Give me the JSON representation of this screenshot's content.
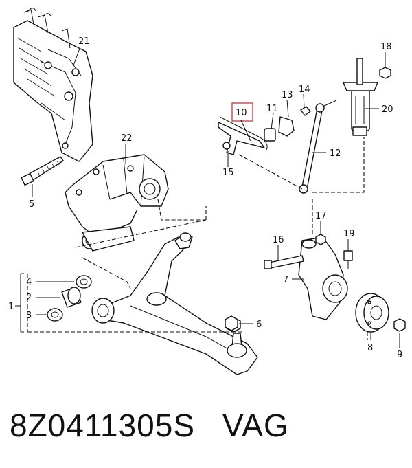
{
  "diagram": {
    "highlight_color": "#e8474f",
    "callouts": {
      "c1": "1",
      "c2": "2",
      "c3": "3",
      "c4": "4",
      "c5": "5",
      "c6": "6",
      "c7": "7",
      "c8": "8",
      "c9": "9",
      "c10": "10",
      "c11": "11",
      "c12": "12",
      "c13": "13",
      "c14": "14",
      "c15": "15",
      "c16": "16",
      "c17": "17",
      "c18": "18",
      "c19": "19",
      "c20": "20",
      "c21": "21",
      "c22": "22"
    }
  },
  "caption": {
    "part_number": "8Z0411305S",
    "brand": "VAG"
  }
}
